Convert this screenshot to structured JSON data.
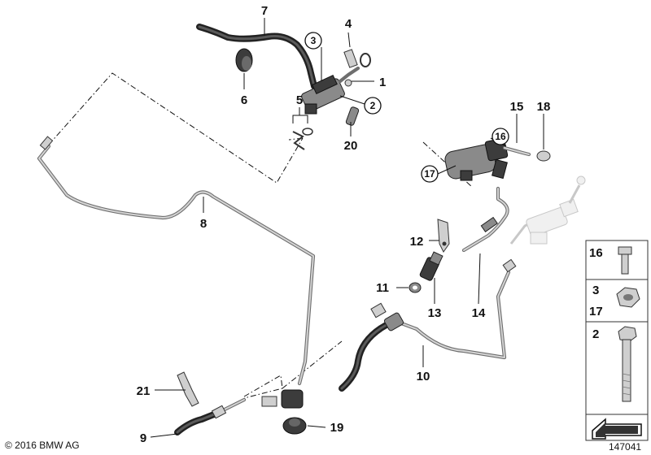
{
  "labels": {
    "n1": "1",
    "n2": "2",
    "n3": "3",
    "n4": "4",
    "n5": "5",
    "n6": "6",
    "n7": "7",
    "n8": "8",
    "n9": "9",
    "n10": "10",
    "n11": "11",
    "n12": "12",
    "n13": "13",
    "n14": "14",
    "n15": "15",
    "n16": "16",
    "n17": "17",
    "n18": "18",
    "n19": "19",
    "n20": "20",
    "n21": "21"
  },
  "legend": {
    "bolt_label": "16",
    "nut_label_top": "3",
    "nut_label_bottom": "17",
    "long_bolt_label": "2"
  },
  "footer": {
    "copyright": "© 2016 BMW AG",
    "diagram_id": "147041"
  }
}
